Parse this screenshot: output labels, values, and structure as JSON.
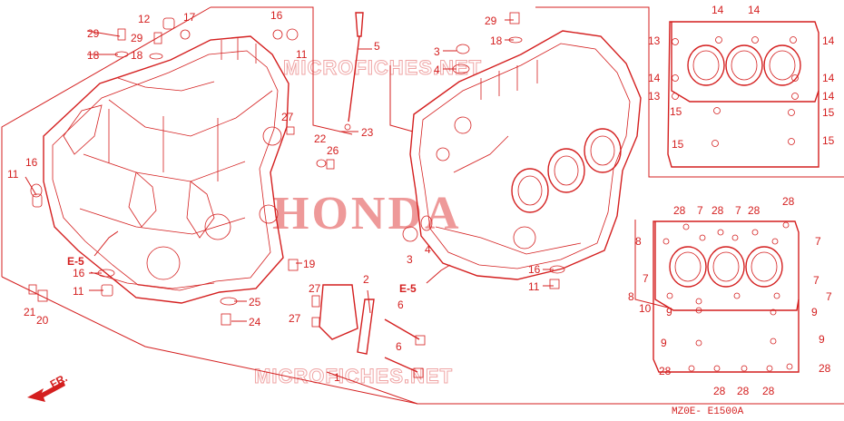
{
  "diagram": {
    "brand_watermark": "HONDA",
    "site_watermark_top": "MICROFICHES.NET",
    "site_watermark_bottom": "MICROFICHES.NET",
    "diagram_code": "MZ0E- E1500A",
    "front_indicator": "FR.",
    "ref_left": "E-5",
    "ref_center": "E-5",
    "callouts": {
      "c29a": "29",
      "c12": "12",
      "c17": "17",
      "c29b": "29",
      "c18a": "18",
      "c18b": "18",
      "c16a": "16",
      "c11a": "11",
      "c5": "5",
      "c27a": "27",
      "c22": "22",
      "c26": "26",
      "c23": "23",
      "c11b": "11",
      "c16b": "16",
      "c19": "19",
      "c16c": "16",
      "c11c": "11",
      "c21": "21",
      "c20": "20",
      "c25": "25",
      "c24": "24",
      "c2": "2",
      "c27b": "27",
      "c27c": "27",
      "c6a": "6",
      "c6b": "6",
      "c1": "1",
      "c29c": "29",
      "c18c": "18",
      "c3a": "3",
      "c4a": "4",
      "c4b": "4",
      "c3b": "3",
      "c16d": "16",
      "c11d": "11",
      "ua14a": "14",
      "ua14b": "14",
      "ua13a": "13",
      "ua14c": "14",
      "ua14d": "14",
      "ua14e": "14",
      "ua13b": "13",
      "ua14f": "14",
      "ua15a": "15",
      "ua15b": "15",
      "ua15c": "15",
      "ua15d": "15",
      "lb28a": "28",
      "lb7a": "7",
      "lb28b": "28",
      "lb7b": "7",
      "lb28c": "28",
      "lb28d": "28",
      "lb8a": "8",
      "lb7c": "7",
      "lb7d": "7",
      "lb7e": "7",
      "lb8b": "8",
      "lb7f": "7",
      "lb10": "10",
      "lb9a": "9",
      "lb9b": "9",
      "lb9c": "9",
      "lb9d": "9",
      "lb28e": "28",
      "lb28f": "28",
      "lb28g": "28",
      "lb28h": "28",
      "lb28i": "28"
    }
  }
}
